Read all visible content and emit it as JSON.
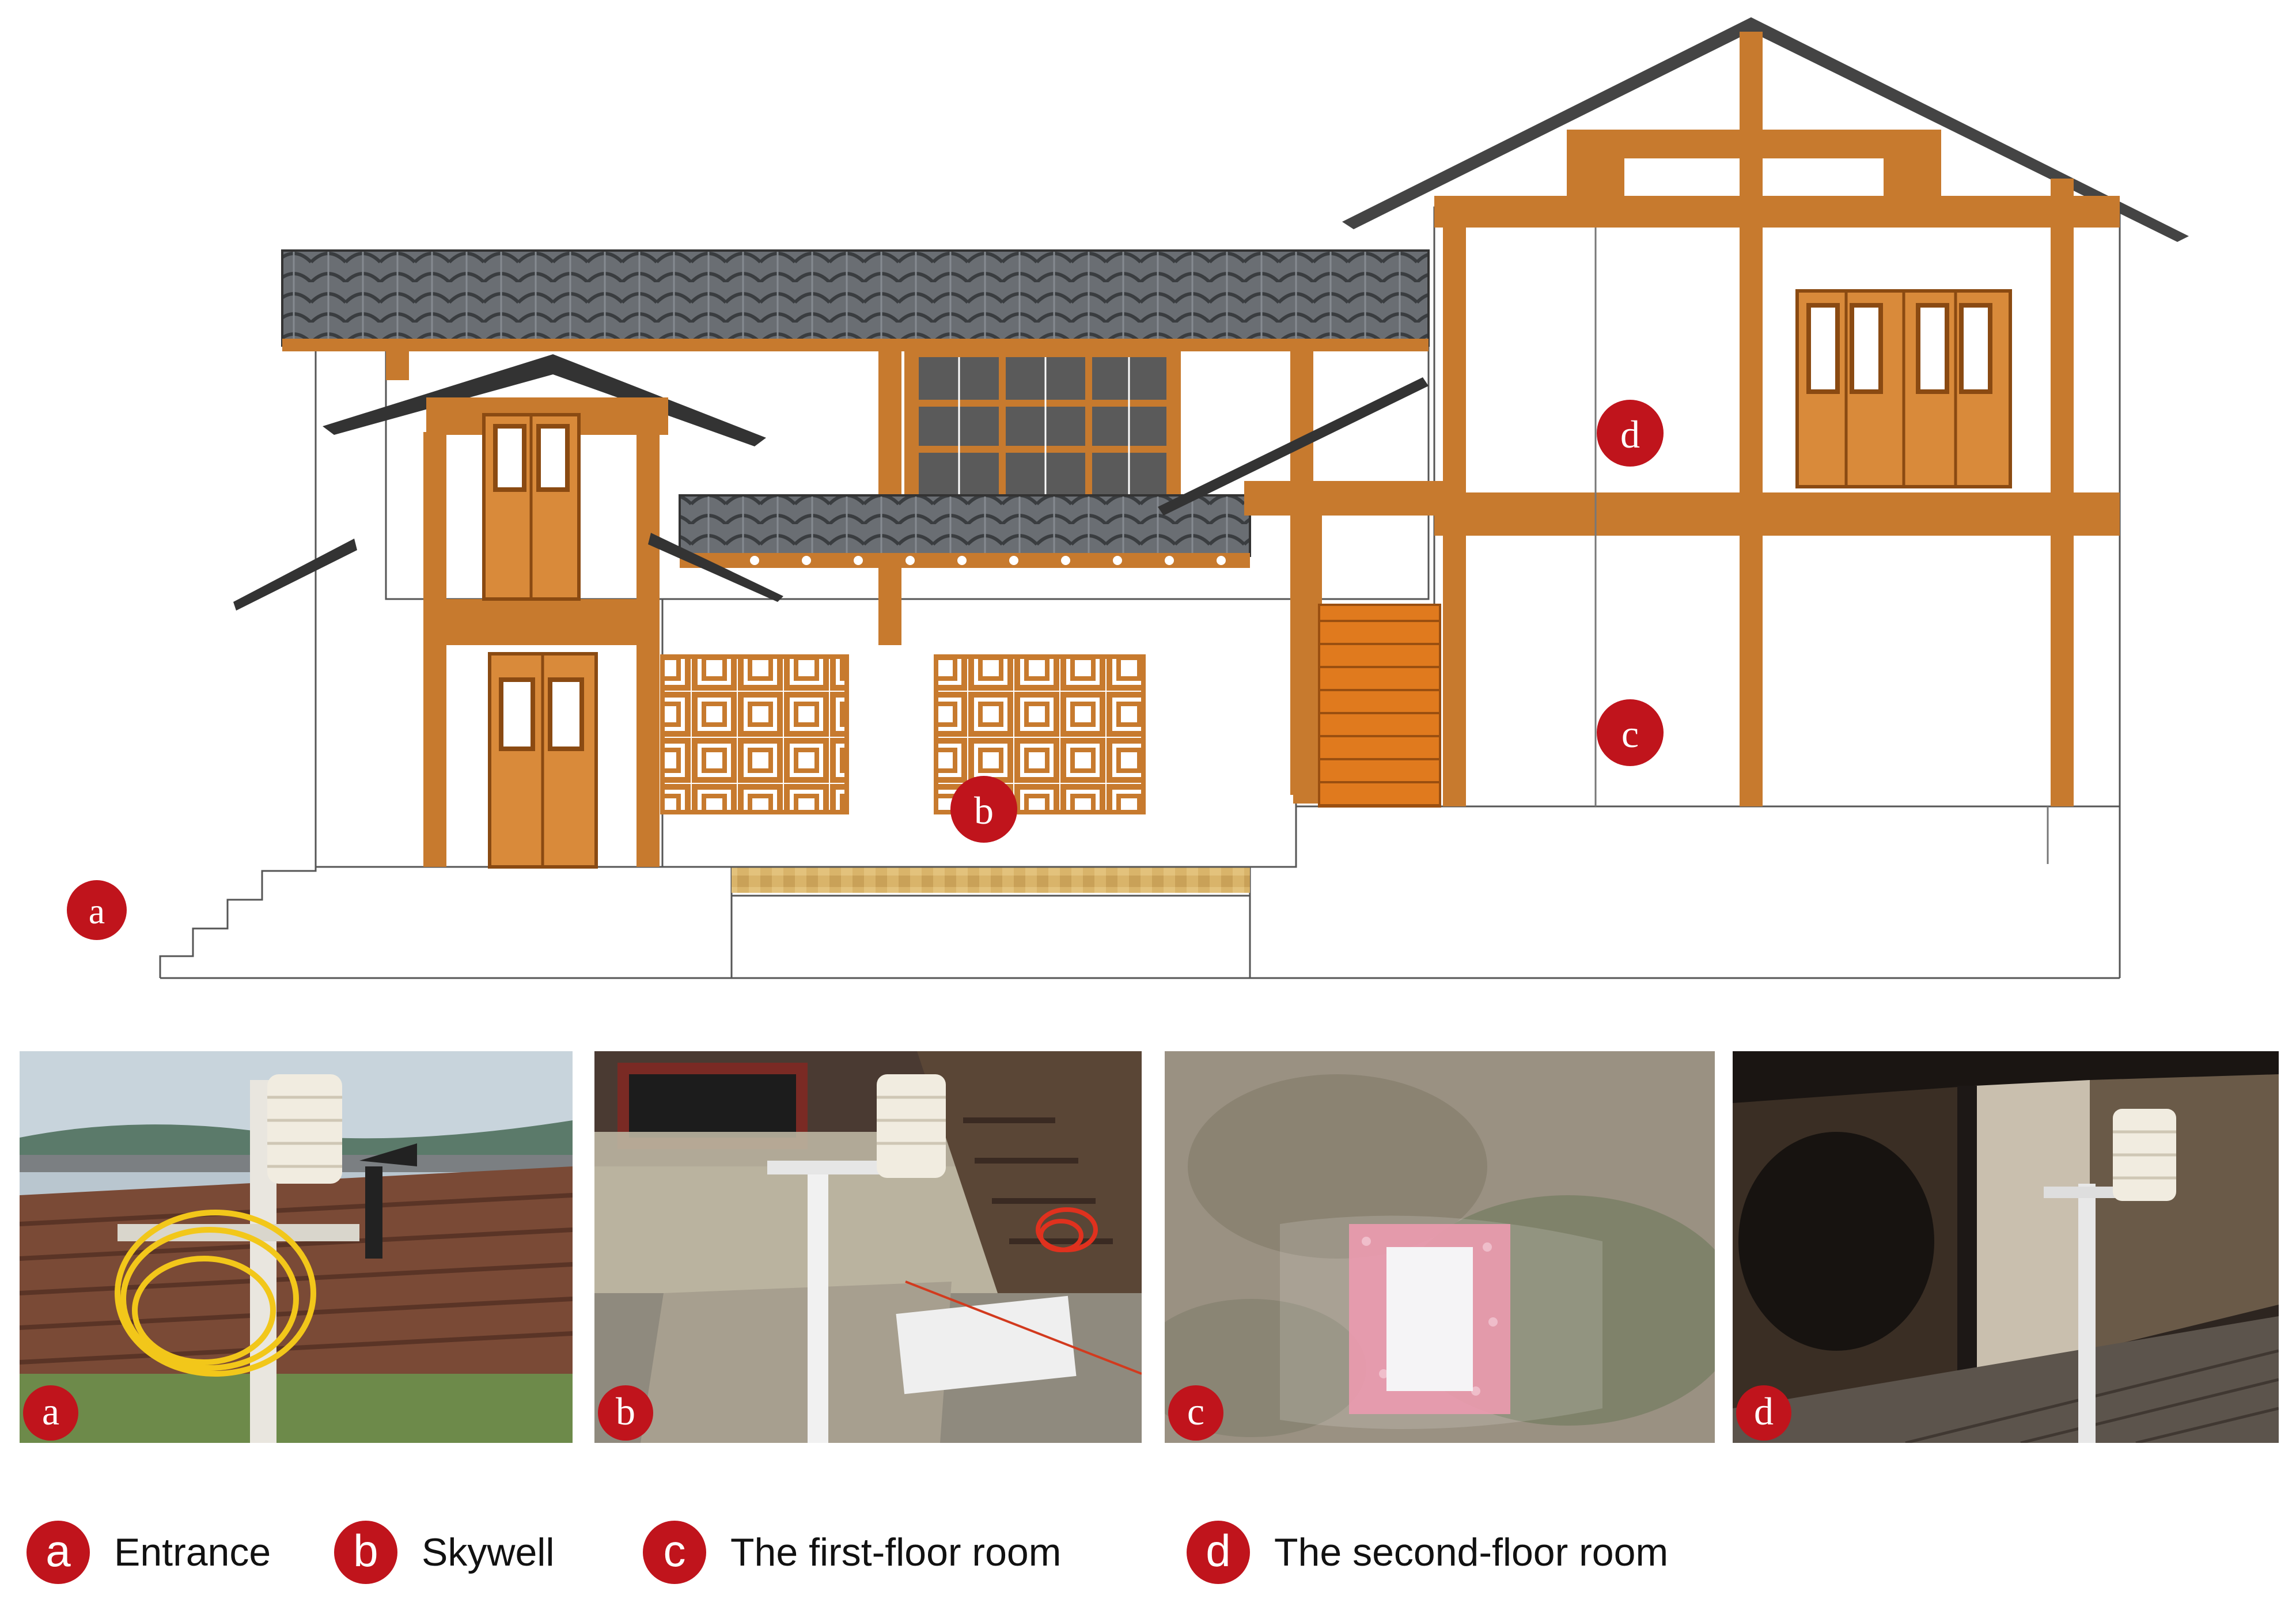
{
  "elevation_labels": {
    "a": "a",
    "b": "b",
    "c": "c",
    "d": "d"
  },
  "photos": [
    {
      "label": "a"
    },
    {
      "label": "b"
    },
    {
      "label": "c"
    },
    {
      "label": "d"
    }
  ],
  "legend": [
    {
      "marker": "a",
      "text": "Entrance"
    },
    {
      "marker": "b",
      "text": "Skywell"
    },
    {
      "marker": "c",
      "text": "The  first-floor room"
    },
    {
      "marker": "d",
      "text": "The second-floor room"
    }
  ],
  "colors": {
    "marker_red": "#c0141c",
    "timber": "#c77a2e",
    "roof_tile": "#5d6166",
    "wall": "#ffffff"
  },
  "icons": [
    "sensor-shield-icon",
    "anemometer-icon"
  ]
}
